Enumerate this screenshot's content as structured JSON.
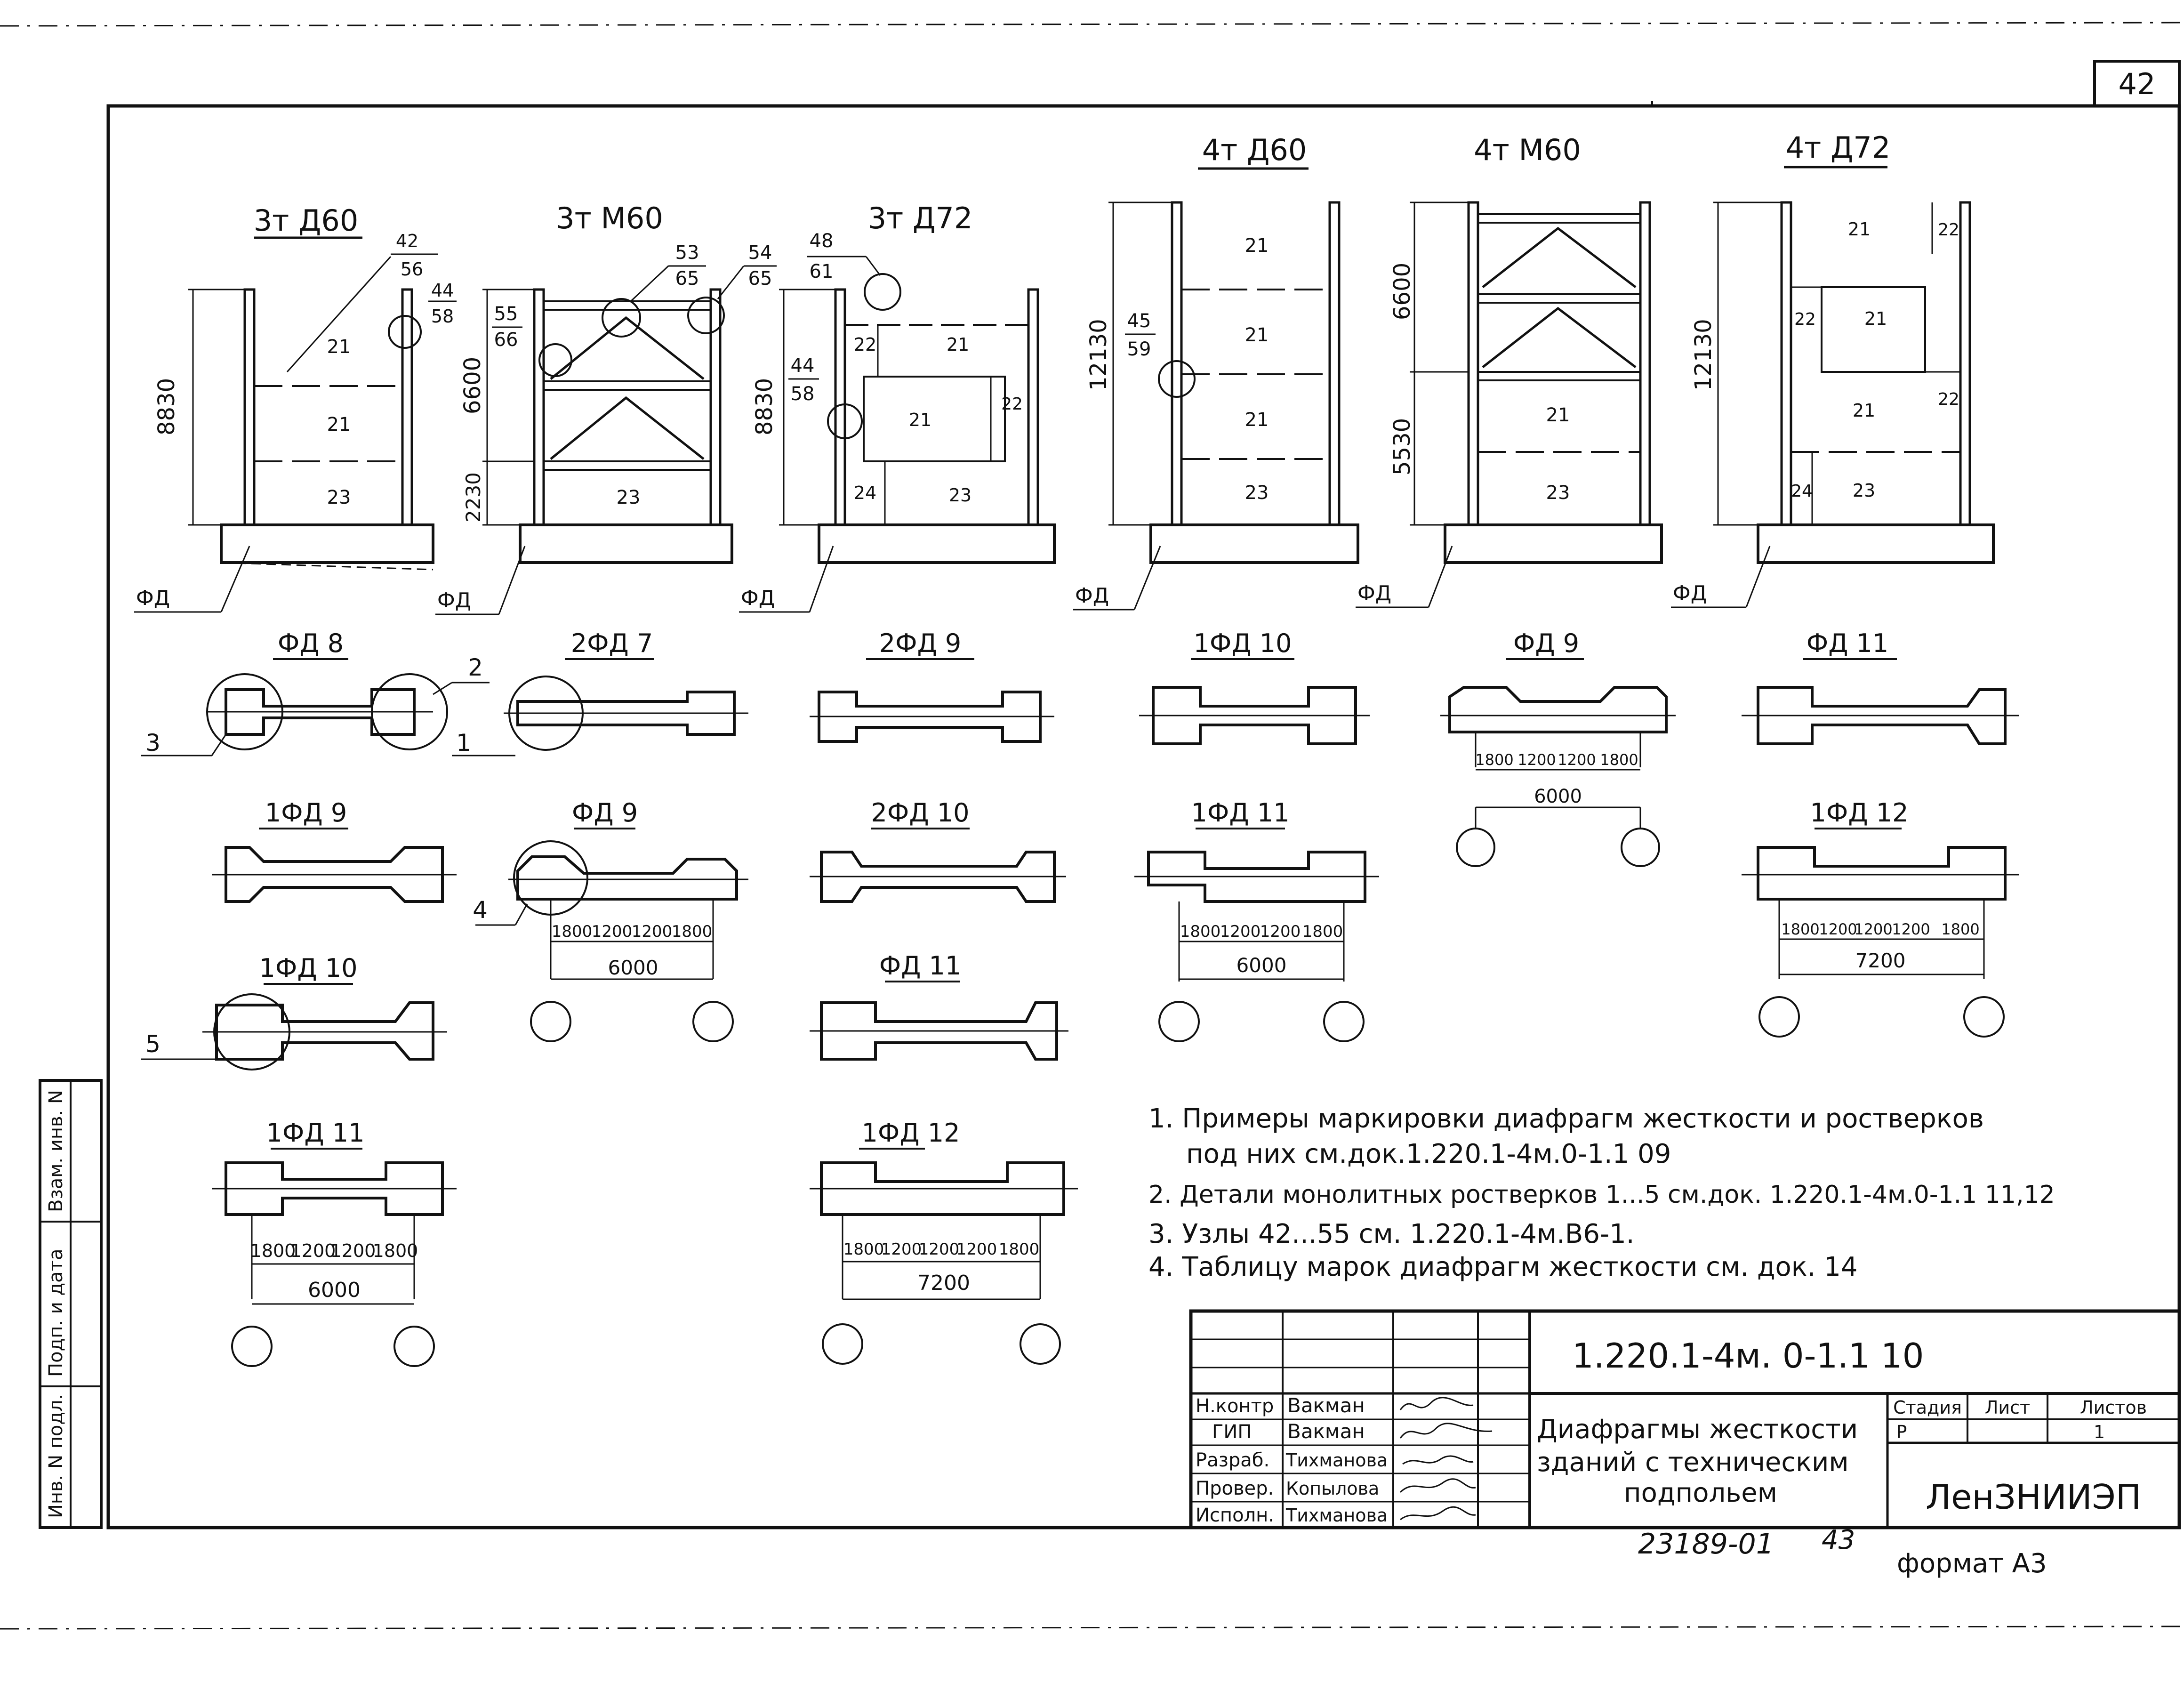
{
  "sheet_number": "42",
  "elevations": [
    {
      "title": "3т Д60",
      "height_dim": "8830",
      "bays": [
        "21",
        "21",
        "23"
      ],
      "node_top": [
        "42",
        "56"
      ],
      "node_side": [
        "44",
        "58"
      ],
      "foundation_label": "ФД"
    },
    {
      "title": "3т М60",
      "dims": [
        "6600",
        "2230"
      ],
      "bays": [
        "23"
      ],
      "node_top": [
        "53",
        "65"
      ],
      "node_side": [
        "54",
        "65"
      ],
      "node_left": [
        "55",
        "66"
      ],
      "foundation_label": "ФД"
    },
    {
      "title": "3т Д72",
      "height_dim": "8830",
      "bays": [
        "22",
        "21",
        "21",
        "22",
        "24",
        "23"
      ],
      "node_top": [
        "48",
        "61"
      ],
      "node_side": [
        "44",
        "58"
      ],
      "foundation_label": "ФД"
    },
    {
      "title": "4т Д60",
      "height_dim": "12130",
      "bays": [
        "21",
        "21",
        "21",
        "23"
      ],
      "node_side": [
        "45",
        "59"
      ],
      "foundation_label": "ФД"
    },
    {
      "title": "4т М60",
      "dims": [
        "6600",
        "5530"
      ],
      "bays": [
        "21",
        "23"
      ],
      "foundation_label": "ФД"
    },
    {
      "title": "4т Д72",
      "height_dim": "12130",
      "bays": [
        "21",
        "22",
        "22",
        "21",
        "21",
        "22",
        "24",
        "23"
      ],
      "foundation_label": "ФД"
    }
  ],
  "footings": [
    {
      "label": "ФД 8",
      "callouts": [
        "3",
        "2"
      ]
    },
    {
      "label": "2ФД 7",
      "callouts": [
        "1"
      ]
    },
    {
      "label": "2ФД 9"
    },
    {
      "label": "1ФД 10"
    },
    {
      "label": "ФД 9",
      "dims": [
        "1800",
        "1200",
        "1200",
        "1800"
      ],
      "total": "6000"
    },
    {
      "label": "ФД 11"
    },
    {
      "label": "1ФД 9"
    },
    {
      "label": "ФД 9",
      "callouts": [
        "4"
      ],
      "dims": [
        "1800",
        "1200",
        "1200",
        "1800"
      ],
      "total": "6000"
    },
    {
      "label": "2ФД 10"
    },
    {
      "label": "1ФД 11",
      "dims": [
        "1800",
        "1200",
        "1200",
        "1800"
      ],
      "total": "6000"
    },
    {
      "label": "1ФД 12",
      "dims": [
        "1800",
        "1200",
        "1200",
        "1200",
        "1800"
      ],
      "total": "7200"
    },
    {
      "label": "1ФД 10",
      "callouts": [
        "5"
      ]
    },
    {
      "label": "ФД 11"
    },
    {
      "label": "1ФД 11",
      "dims": [
        "1800",
        "1200",
        "1200",
        "1800"
      ],
      "total": "6000"
    },
    {
      "label": "1ФД 12",
      "dims": [
        "1800",
        "1200",
        "1200",
        "1200",
        "1800"
      ],
      "total": "7200"
    }
  ],
  "notes": [
    "1. Примеры маркировки диафрагм жесткости и ростверков",
    "под них см.док.1.220.1-4м.0-1.1 09",
    "2. Детали монолитных ростверков 1...5 см.док. 1.220.1-4м.0-1.1 11,12",
    "3. Узлы 42...55 см. 1.220.1-4м.В6-1.",
    "4. Таблицу марок диафрагм жесткости см. док. 14"
  ],
  "side_stamp": [
    "Инв. N подл.",
    "Подп. и дата",
    "Взам. инв. N"
  ],
  "title_block": {
    "doc_code": "1.220.1-4м. 0-1.1 10",
    "roles": [
      "Н.контр",
      "ГИП",
      "Разраб.",
      "Провер.",
      "Исполн."
    ],
    "names": [
      "Вакман",
      "Вакман",
      "Тихманова",
      "Копылова",
      "Тихманова"
    ],
    "title_lines": [
      "Диафрагмы жесткости",
      "зданий с техническим",
      "подпольем"
    ],
    "stage_header": "Стадия",
    "sheet_header": "Лист",
    "sheets_header": "Листов",
    "stage": "Р",
    "sheet": "",
    "sheets": "1",
    "org": "ЛенЗНИИЭП"
  },
  "archive_number": "23189-01",
  "page_number": "43",
  "format": "формат А3"
}
